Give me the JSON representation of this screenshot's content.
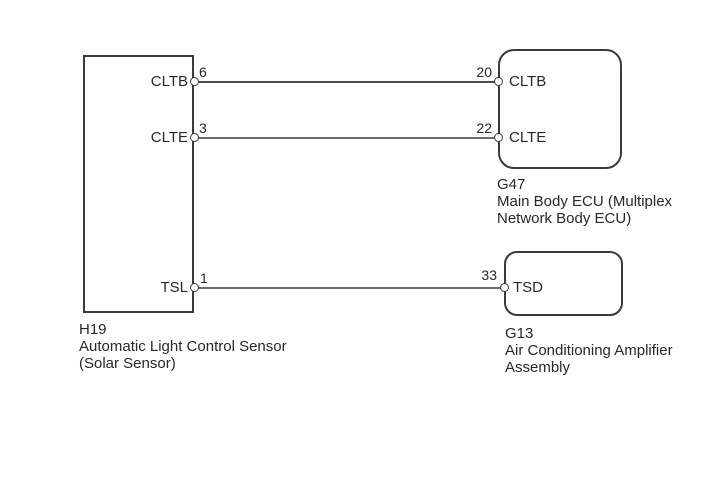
{
  "diagram": {
    "type": "wiring-diagram",
    "colors": {
      "background": "#ffffff",
      "outline": "#3a3a3a",
      "wire": "#6b6b6b",
      "text": "#282828"
    },
    "components": {
      "h19": {
        "caption": [
          "H19",
          "Automatic Light Control Sensor",
          "(Solar Sensor)"
        ],
        "pins": [
          {
            "name": "CLTB",
            "number": "6"
          },
          {
            "name": "CLTE",
            "number": "3"
          },
          {
            "name": "TSL",
            "number": "1"
          }
        ]
      },
      "g47": {
        "caption": [
          "G47",
          "Main Body ECU (Multiplex",
          "Network Body ECU)"
        ],
        "pins": [
          {
            "name": "CLTB",
            "number": "20"
          },
          {
            "name": "CLTE",
            "number": "22"
          }
        ]
      },
      "g13": {
        "caption": [
          "G13",
          "Air Conditioning Amplifier",
          "Assembly"
        ],
        "pins": [
          {
            "name": "TSD",
            "number": "33"
          }
        ]
      }
    },
    "connections": [
      {
        "from": "H19 pin 6 CLTB",
        "to": "G47 pin 20 CLTB"
      },
      {
        "from": "H19 pin 3 CLTE",
        "to": "G47 pin 22 CLTE"
      },
      {
        "from": "H19 pin 1 TSL",
        "to": "G13 pin 33 TSD"
      }
    ]
  }
}
